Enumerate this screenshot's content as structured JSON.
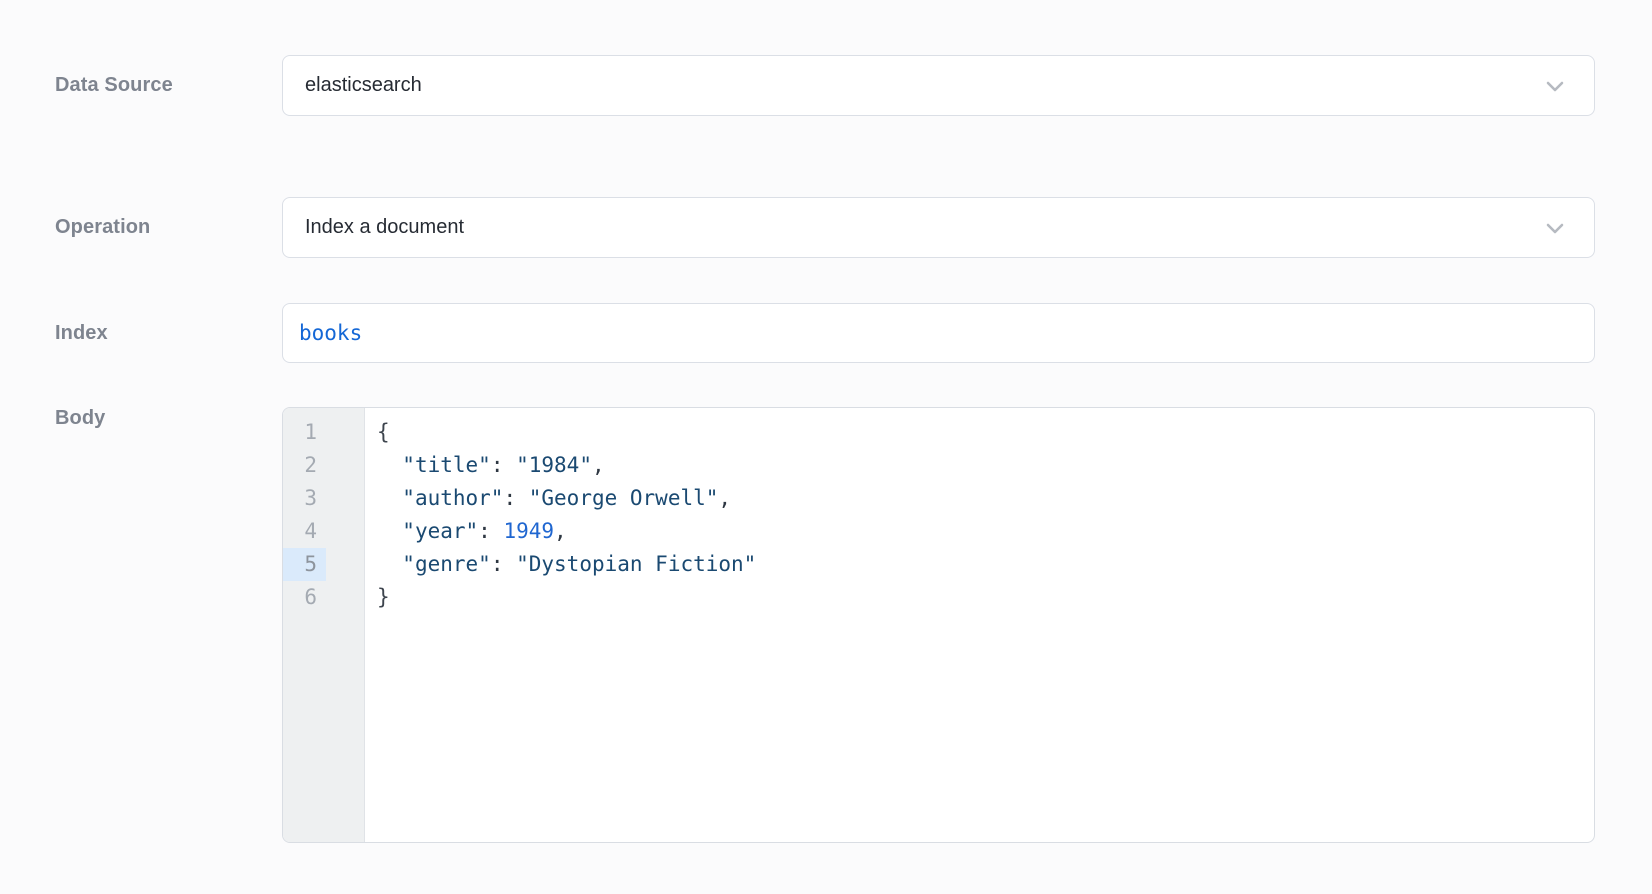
{
  "colors": {
    "background": "#fbfbfc",
    "field_border": "#dbdfe6",
    "label_text": "#7e848f",
    "value_text": "#262b33",
    "index_value_blue": "#1467d6",
    "code_string_navy": "#1a4971",
    "code_number_blue": "#1f66d0",
    "gutter_background": "#eef0f1",
    "active_line_gutter": "#daeafb",
    "line_number_gray": "#a4aab2",
    "chevron_gray": "#b6bac1"
  },
  "form": {
    "data_source": {
      "label": "Data Source",
      "value": "elasticsearch",
      "chevron_icon": "chevron-down"
    },
    "operation": {
      "label": "Operation",
      "value": "Index a document",
      "chevron_icon": "chevron-down"
    },
    "index": {
      "label": "Index",
      "value": "books"
    },
    "body": {
      "label": "Body"
    }
  },
  "body_editor": {
    "language": "json",
    "active_line": 5,
    "content": "{\n  \"title\": \"1984\",\n  \"author\": \"George Orwell\",\n  \"year\": 1949,\n  \"genre\": \"Dystopian Fiction\"\n}",
    "lines": [
      {
        "number": 1,
        "tokens": [
          [
            "brace",
            "{"
          ]
        ]
      },
      {
        "number": 2,
        "tokens": [
          [
            "punct",
            "  "
          ],
          [
            "string",
            "\"title\""
          ],
          [
            "punct",
            ": "
          ],
          [
            "string",
            "\"1984\""
          ],
          [
            "punct",
            ","
          ]
        ]
      },
      {
        "number": 3,
        "tokens": [
          [
            "punct",
            "  "
          ],
          [
            "string",
            "\"author\""
          ],
          [
            "punct",
            ": "
          ],
          [
            "string",
            "\"George Orwell\""
          ],
          [
            "punct",
            ","
          ]
        ]
      },
      {
        "number": 4,
        "tokens": [
          [
            "punct",
            "  "
          ],
          [
            "string",
            "\"year\""
          ],
          [
            "punct",
            ": "
          ],
          [
            "number",
            "1949"
          ],
          [
            "punct",
            ","
          ]
        ]
      },
      {
        "number": 5,
        "tokens": [
          [
            "punct",
            "  "
          ],
          [
            "string",
            "\"genre\""
          ],
          [
            "punct",
            ": "
          ],
          [
            "string",
            "\"Dystopian Fiction\""
          ]
        ]
      },
      {
        "number": 6,
        "tokens": [
          [
            "brace",
            "}"
          ]
        ]
      }
    ]
  }
}
